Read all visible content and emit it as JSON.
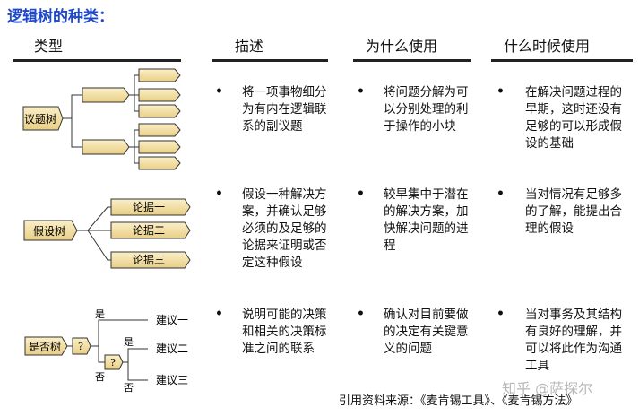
{
  "title": "逻辑树的种类：",
  "headers": [
    "类型",
    "描述",
    "为什么使用",
    "什么时候使用"
  ],
  "rows": [
    {
      "diagram": {
        "root": "议题树"
      },
      "description": "将一项事物细分为有内在逻辑联系的副议题",
      "why": "将问题分解为可以分别处理的利于操作的小块",
      "when": "在解决问题过程的早期，这时还没有足够的可以形成假设的基础"
    },
    {
      "diagram": {
        "root": "假设树",
        "leaves": [
          "论据一",
          "论据二",
          "论据三"
        ]
      },
      "description": "假设一种解决方案，并确认足够必须的及足够的论据来证明或否定这种假设",
      "why": "较早集中于潜在的解决方案，加快解决问题的进程",
      "when": "当对情况有足够多的了解，能提出合理的假设"
    },
    {
      "diagram": {
        "root": "是否树",
        "q": "?",
        "yes": "是",
        "no": "否",
        "leaves": [
          "建议一",
          "建议二",
          "建议三"
        ]
      },
      "description": "说明可能的决策和相关的决策标准之间的联系",
      "why": "确认对目前要做的决定有关键意义的问题",
      "when": "当对事务及其结构有良好的理解，并可以将此作为沟通工具"
    }
  ],
  "footer": "引用资料来源：《麦肯锡工具》、《麦肯锡方法》",
  "watermark": "知乎 @萨探尔"
}
